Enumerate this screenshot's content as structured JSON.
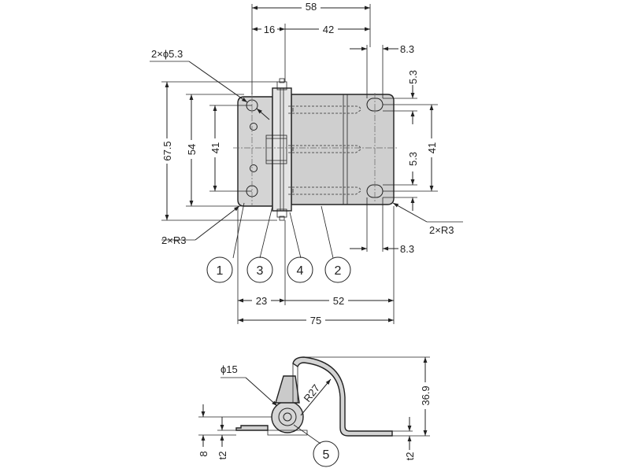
{
  "dimensions": {
    "overall_top": "58",
    "leaf_left": "16",
    "leaf_right": "42",
    "hole_slot_top": "8.3",
    "hole_slot_bottom": "8.3",
    "slot_len_top": "5.3",
    "slot_len_mid": "5.3",
    "height_total": "67.5",
    "height_54": "54",
    "pitch_left": "41",
    "pitch_right": "41",
    "hole_dia": "2×ϕ5.3",
    "radius_left": "2×R3",
    "radius_right": "2×R3",
    "width_23": "23",
    "width_52": "52",
    "width_75": "75",
    "pin_dia": "ϕ15",
    "bend_radius": "R27",
    "height_36_9": "36.9",
    "offset_8": "8",
    "thick_left": "t2",
    "thick_right": "t2"
  },
  "callouts": [
    "1",
    "3",
    "4",
    "2",
    "5"
  ]
}
